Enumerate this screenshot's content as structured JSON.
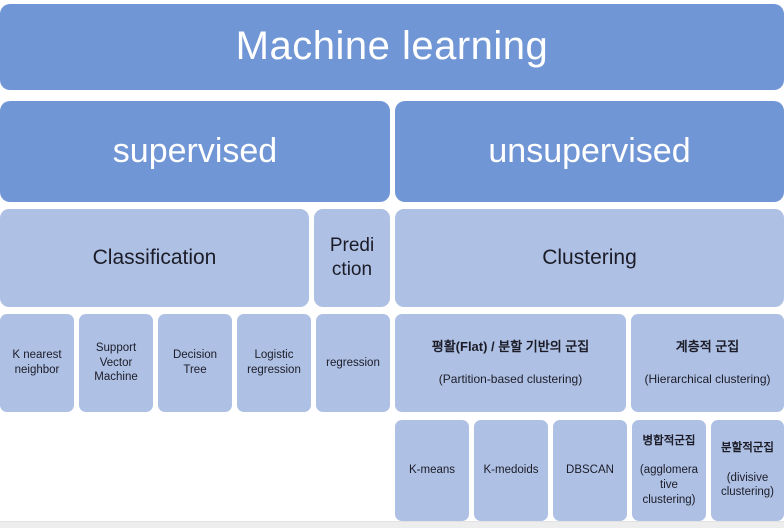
{
  "diagram": {
    "title": "Machine learning",
    "colors": {
      "dark_blue": "#7196d5",
      "light_blue": "#aec0e3",
      "dark_text": "#1c1c28",
      "light_text": "#ffffff",
      "background": "#ffffff",
      "footer_strip": "#ededed"
    },
    "levels": {
      "root": "Machine learning",
      "branches": [
        "supervised",
        "unsupervised"
      ],
      "groups": [
        "Classification",
        "Predi\nction",
        "Clustering"
      ],
      "supervised_leaves": [
        "K nearest\nneighbor",
        "Support\nVector\nMachine",
        "Decision\nTree",
        "Logistic\nregression",
        "regression"
      ],
      "clustering_types": [
        {
          "kr": "평활(Flat) / 분할 기반의 군집",
          "en": "(Partition-based  clustering)"
        },
        {
          "kr": "계층적 군집",
          "en": "(Hierarchical  clustering)"
        }
      ],
      "clustering_leaves": [
        {
          "kr": "",
          "en": "K-means"
        },
        {
          "kr": "",
          "en": "K-medoids"
        },
        {
          "kr": "",
          "en": "DBSCAN"
        },
        {
          "kr": "병합적군집",
          "en": "(agglomera\ntive\nclustering)"
        },
        {
          "kr": "분할적군집",
          "en": "(divisive\nclustering)"
        }
      ]
    }
  }
}
